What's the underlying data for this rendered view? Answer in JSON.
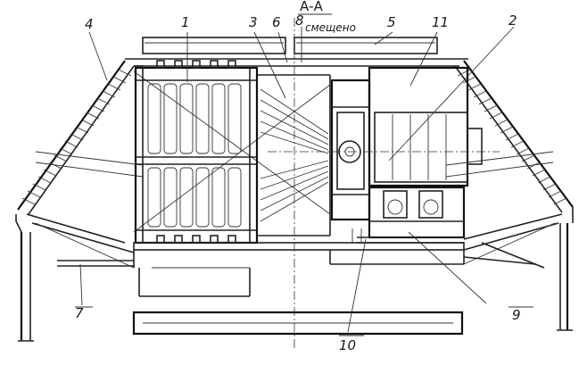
{
  "section_title": "А-А",
  "note": "смещено",
  "callouts": [
    {
      "id": "c1",
      "label": "1"
    },
    {
      "id": "c2",
      "label": "2"
    },
    {
      "id": "c3",
      "label": "3"
    },
    {
      "id": "c4",
      "label": "4"
    },
    {
      "id": "c5",
      "label": "5"
    },
    {
      "id": "c6",
      "label": "6"
    },
    {
      "id": "c7",
      "label": "7"
    },
    {
      "id": "c8",
      "label": "8"
    },
    {
      "id": "c9",
      "label": "9"
    },
    {
      "id": "c10",
      "label": "10"
    },
    {
      "id": "c11",
      "label": "11"
    }
  ]
}
